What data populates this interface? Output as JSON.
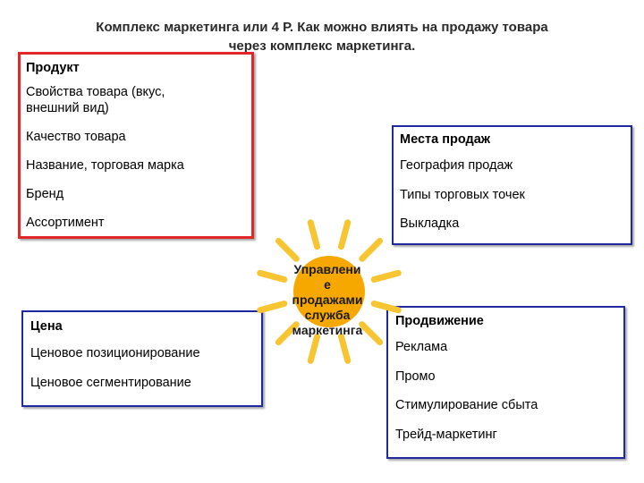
{
  "title": {
    "line1": "Комплекс маркетинга или 4 Р.  Как можно влиять на продажу товара",
    "line2": "через комплекс маркетинга."
  },
  "product": {
    "heading": "Продукт",
    "items": [
      "Свойства товара (вкус, внешний вид)",
      "Качество товара",
      "Название, торговая марка",
      "Бренд",
      "Ассортимент"
    ]
  },
  "place": {
    "heading": "Места продаж",
    "items": [
      "География продаж",
      "Типы торговых точек",
      "Выкладка"
    ]
  },
  "price": {
    "heading": "Цена",
    "items": [
      "Ценовое позиционирование",
      "Ценовое сегментирование"
    ]
  },
  "promotion": {
    "heading": "Продвижение",
    "items": [
      "Реклама",
      "Промо",
      "Стимулирование сбыта",
      "Трейд-маркетинг"
    ]
  },
  "center": {
    "lines": [
      "Управлени",
      "е",
      "продажами",
      "служба",
      "маркетинга"
    ]
  },
  "colors": {
    "product_border": "#e3262a",
    "box_border": "#1f2a9e",
    "sun_core": "#f6a800",
    "sun_rays": "#f7c531"
  }
}
